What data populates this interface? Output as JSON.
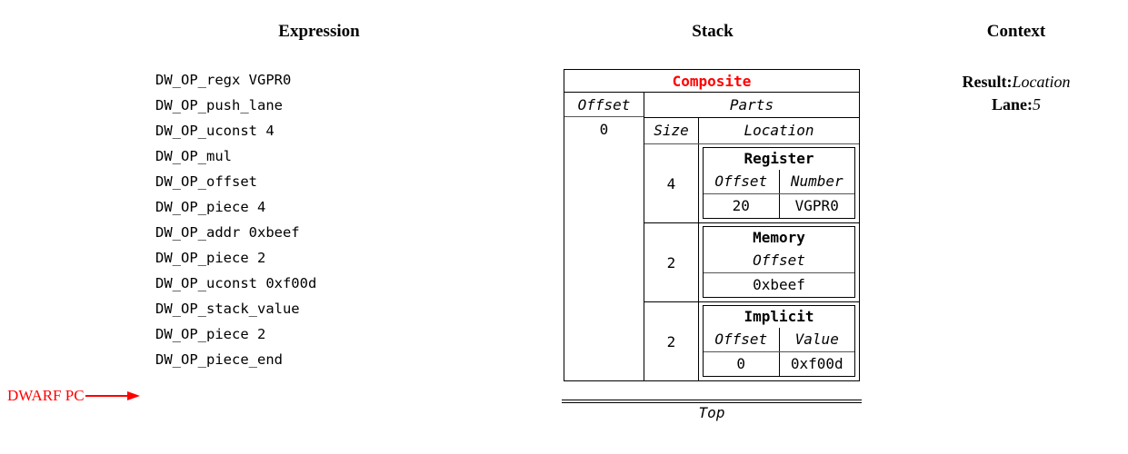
{
  "headers": {
    "expression": "Expression",
    "stack": "Stack",
    "context": "Context"
  },
  "expression": {
    "lines": [
      "DW_OP_regx VGPR0",
      "DW_OP_push_lane",
      "DW_OP_uconst 4",
      "DW_OP_mul",
      "DW_OP_offset",
      "DW_OP_piece 4",
      "DW_OP_addr 0xbeef",
      "DW_OP_piece 2",
      "DW_OP_uconst 0xf00d",
      "DW_OP_stack_value",
      "DW_OP_piece 2",
      "DW_OP_piece_end"
    ],
    "pc_pointer_label": "DWARF PC",
    "pc_pointer_color": "#ff0000"
  },
  "stack": {
    "top_label": "Top",
    "entry": {
      "title": "Composite",
      "title_color": "#ff0000",
      "offset_header": "Offset",
      "offset_value": "0",
      "parts_header": "Parts",
      "size_header": "Size",
      "location_header": "Location",
      "parts": [
        {
          "size": "4",
          "location": {
            "kind": "Register",
            "fields": [
              "Offset",
              "Number"
            ],
            "values": [
              "20",
              "VGPR0"
            ]
          }
        },
        {
          "size": "2",
          "location": {
            "kind": "Memory",
            "fields": [
              "Offset"
            ],
            "values": [
              "0xbeef"
            ]
          }
        },
        {
          "size": "2",
          "location": {
            "kind": "Implicit",
            "fields": [
              "Offset",
              "Value"
            ],
            "values": [
              "0",
              "0xf00d"
            ]
          }
        }
      ]
    }
  },
  "context": {
    "rows": [
      {
        "key": "Result:",
        "value": "Location"
      },
      {
        "key": "Lane:",
        "value": "5"
      }
    ]
  }
}
